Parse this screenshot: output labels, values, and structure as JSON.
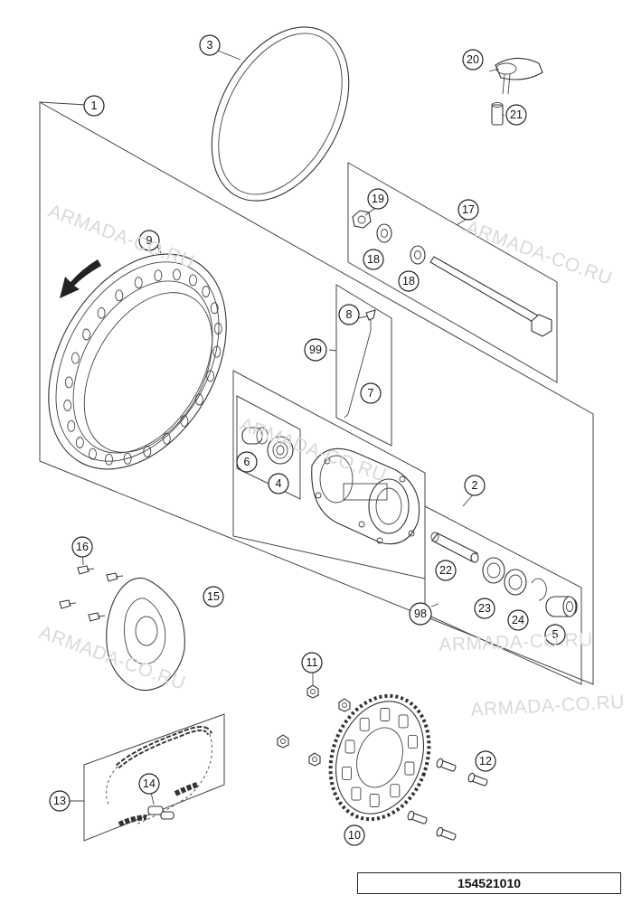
{
  "diagram_code": "154521010",
  "watermarks": [
    "ARMADA-CO.RU",
    "ARMADA-CO.RU",
    "ARMADA-CO.RU",
    "ARMADA-CO.RU",
    "ARMADA-CO.RU",
    "ARMADA-CO.RU"
  ],
  "callouts": [
    "1",
    "2",
    "3",
    "4",
    "5",
    "6",
    "7",
    "8",
    "9",
    "10",
    "11",
    "12",
    "13",
    "14",
    "15",
    "16",
    "17",
    "18",
    "18",
    "19",
    "20",
    "21",
    "22",
    "23",
    "24",
    "98",
    "99"
  ]
}
